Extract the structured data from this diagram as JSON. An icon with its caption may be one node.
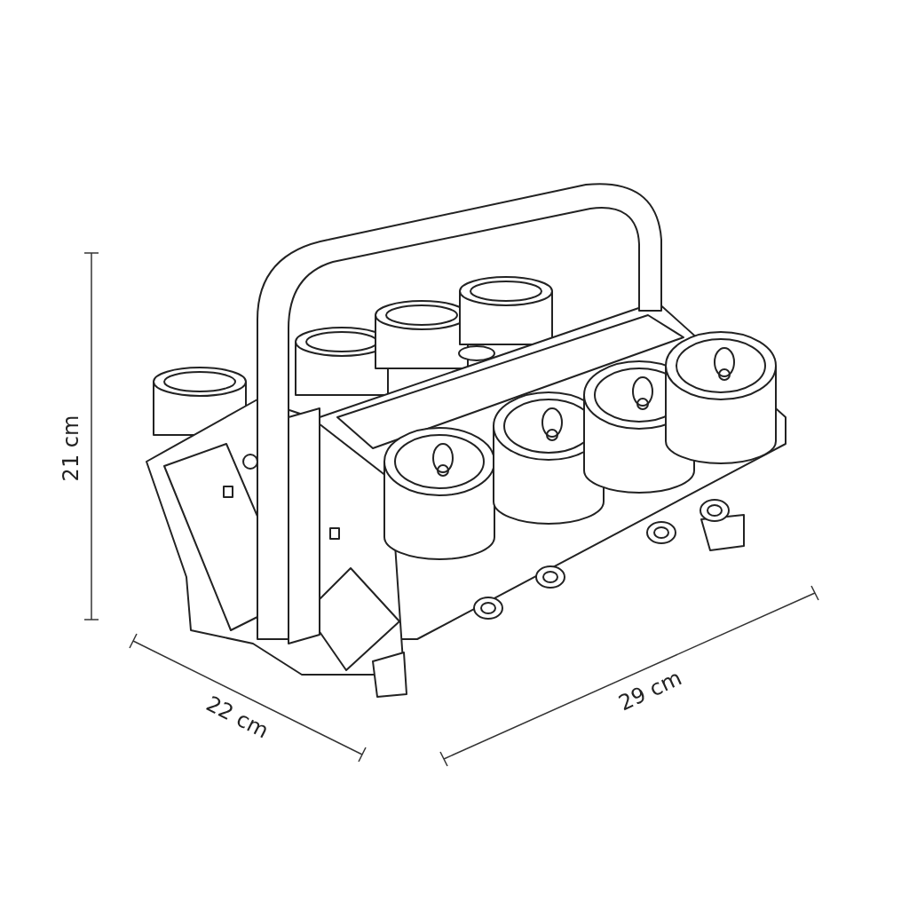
{
  "diagram": {
    "labels": [
      "21 cm",
      "22 cm",
      "29 cm"
    ]
  }
}
